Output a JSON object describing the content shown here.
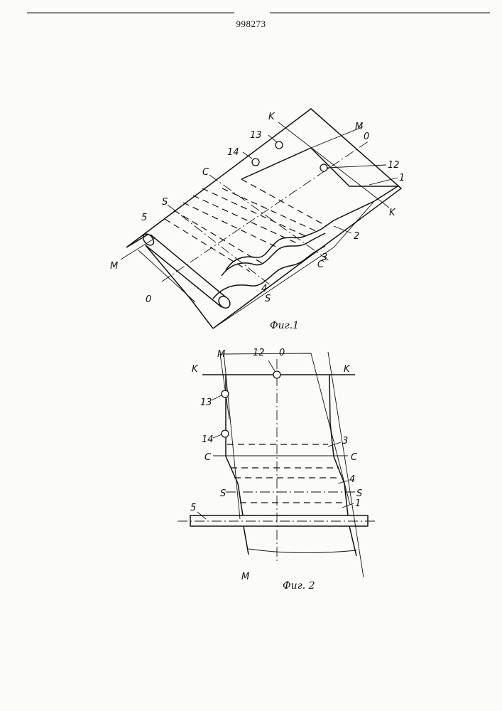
{
  "patent_number": "998273",
  "fig1": {
    "caption": "Фиг.1",
    "labels": {
      "K_top": "K",
      "K_right": "K",
      "M_top": "M",
      "M_left": "M",
      "O_top": "0",
      "O_bottom": "0",
      "C_top": "C",
      "C_bottom": "C",
      "S_top": "S",
      "S_bottom": "S",
      "n1": "1",
      "n2": "2",
      "n3": "3",
      "n4": "4",
      "n5": "5",
      "n12": "12",
      "n13": "13",
      "n14": "14"
    }
  },
  "fig2": {
    "caption": "Фиг. 2",
    "labels": {
      "M_top": "M",
      "M_bottom": "M",
      "O_top": "0",
      "K_left": "K",
      "K_right": "K",
      "C_left": "C",
      "C_right": "C",
      "S_left": "S",
      "S_right": "S",
      "n1": "1",
      "n3": "3",
      "n4": "4",
      "n5": "5",
      "n12": "12",
      "n13": "13",
      "n14": "14"
    }
  }
}
